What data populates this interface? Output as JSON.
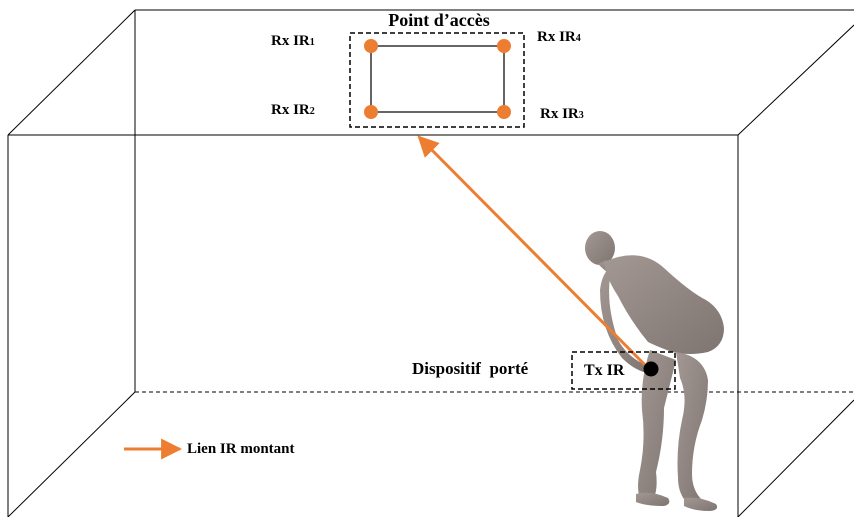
{
  "access_point": {
    "title": "Point d’accès",
    "receivers": [
      {
        "prefix": "Rx IR",
        "index": "1"
      },
      {
        "prefix": "Rx IR",
        "index": "2"
      },
      {
        "prefix": "Rx IR",
        "index": "3"
      },
      {
        "prefix": "Rx IR",
        "index": "4"
      }
    ]
  },
  "device": {
    "label": "Dispositif  porté",
    "tx_label": "Tx IR"
  },
  "legend": {
    "label": "Lien IR montant"
  },
  "colors": {
    "uplink": "#ED7D31",
    "receiver": "#ED7D31",
    "lines": "#000000",
    "figure": "#8F8580"
  }
}
